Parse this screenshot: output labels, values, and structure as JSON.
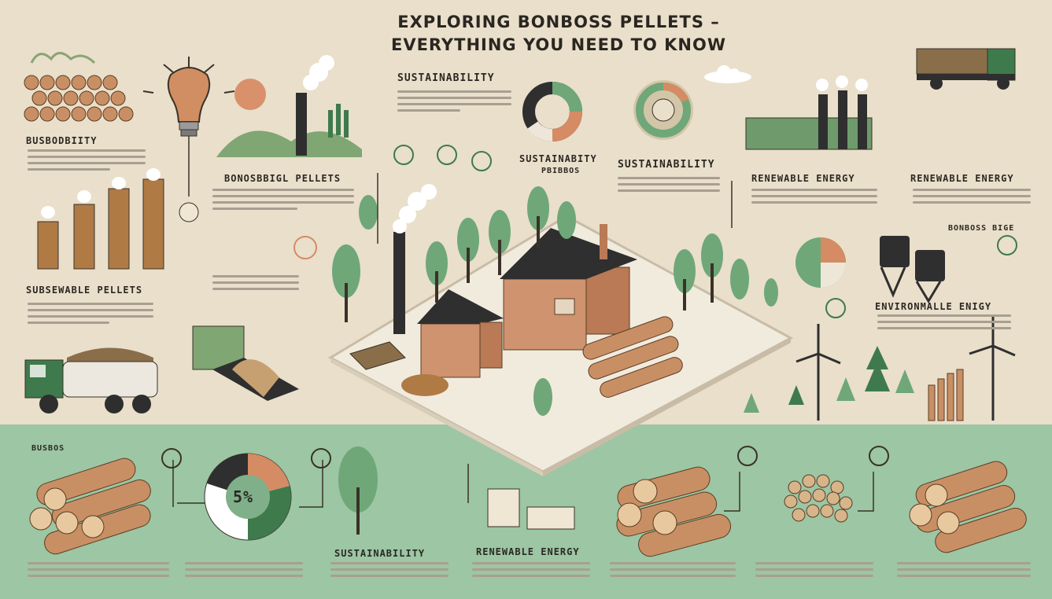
{
  "title": {
    "line1": "EXPLORING BONBOSS PELLETS –",
    "line2": "EVERYTHING YOU NEED TO KNOW"
  },
  "labels": {
    "top_left": "BUSBODBIITY",
    "sustainability_top": "SUSTAINABILITY",
    "center_left": "BONOSBBIGL PELLETS",
    "pellets_left": "SUBSEWABLE PELLETS",
    "donut_center": "SUSTAINABITY",
    "donut_sub": "PBIBBOS",
    "sustainability_mid": "SUSTAINABILITY",
    "renewable_1": "RENEWABLE ENERGY",
    "renewable_2": "RENEWABLE ENERGY",
    "right_small": "BONBOSS BIGE",
    "environmental": "ENVIRONMALLE ENIGY",
    "bottom_left": "BUSBOS",
    "percent": "5%",
    "bottom_sustain": "SUSTAINABILITY",
    "bottom_renew": "RENEWABLE ENERGY"
  },
  "colors": {
    "background": "#e9dfcb",
    "green_band": "#9cc6a4",
    "wood": "#c98f64",
    "dark_green": "#3f7a4c",
    "chimney": "#2f2f2f"
  },
  "icons": [
    "lightbulb-icon",
    "sun-icon",
    "factory-icon",
    "truck-icon",
    "wind-turbine-icon",
    "tree-icon",
    "log-icon",
    "leaf-icon"
  ]
}
